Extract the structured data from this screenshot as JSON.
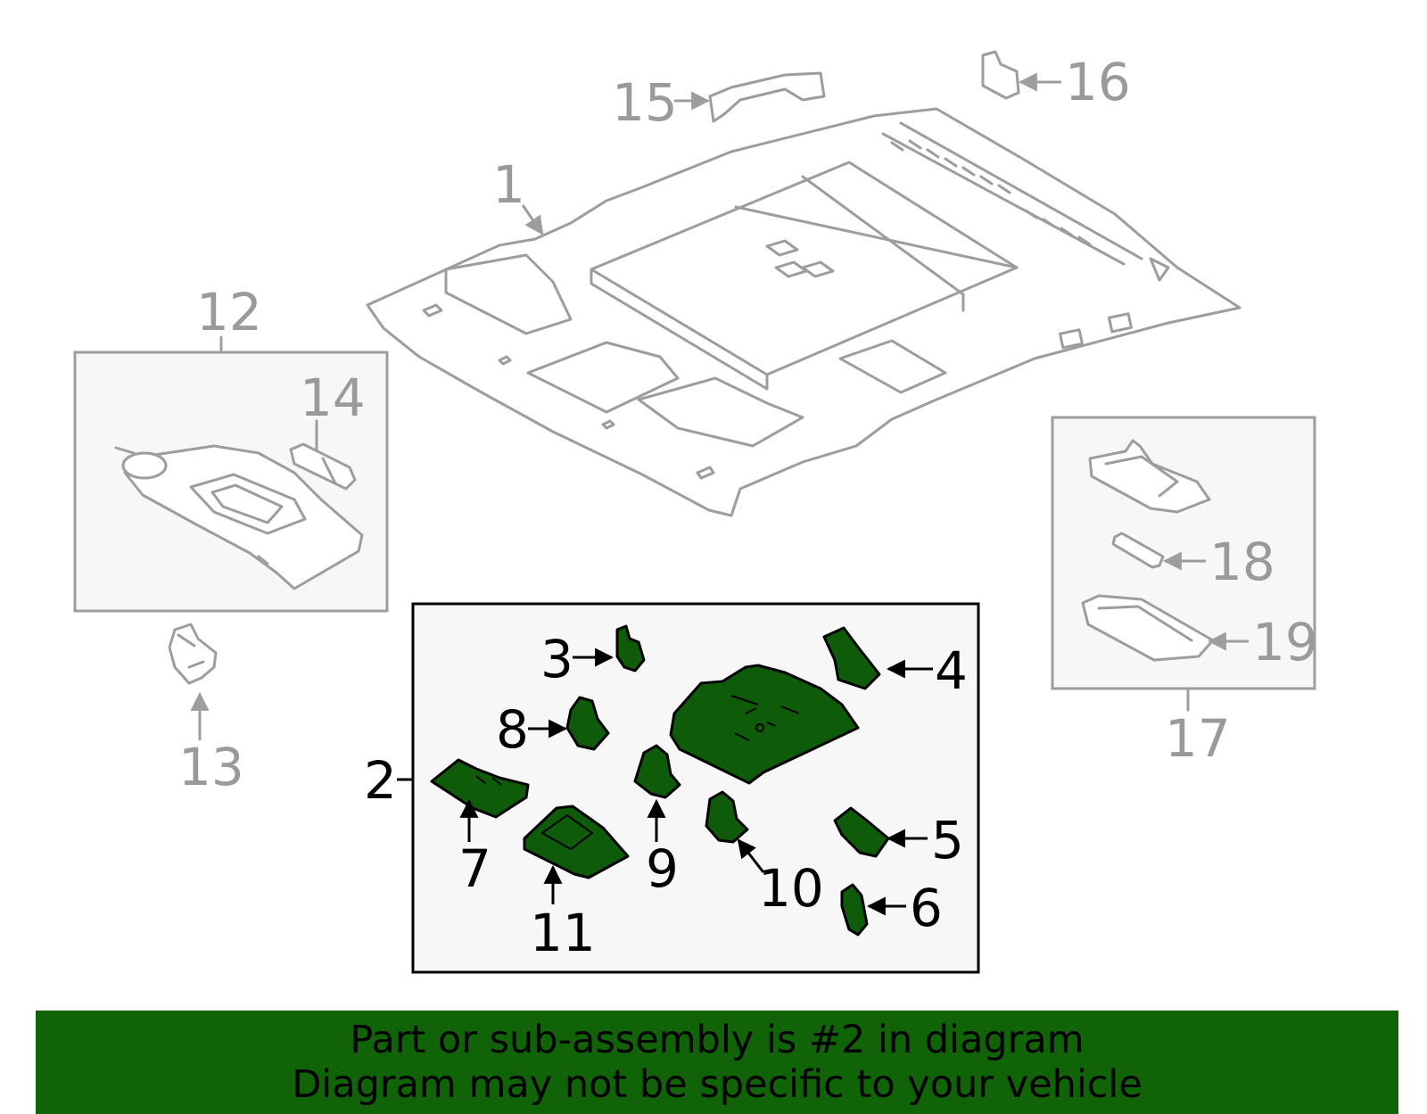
{
  "callouts": {
    "c1": "1",
    "c2": "2",
    "c3": "3",
    "c4": "4",
    "c5": "5",
    "c6": "6",
    "c7": "7",
    "c8": "8",
    "c9": "9",
    "c10": "10",
    "c11": "11",
    "c12": "12",
    "c13": "13",
    "c14": "14",
    "c15": "15",
    "c16": "16",
    "c17": "17",
    "c18": "18",
    "c19": "19"
  },
  "highlight_color": "#106306",
  "banner": {
    "line1": "Part or sub-assembly is #2 in diagram",
    "line2": "Diagram may not be specific to your vehicle"
  }
}
